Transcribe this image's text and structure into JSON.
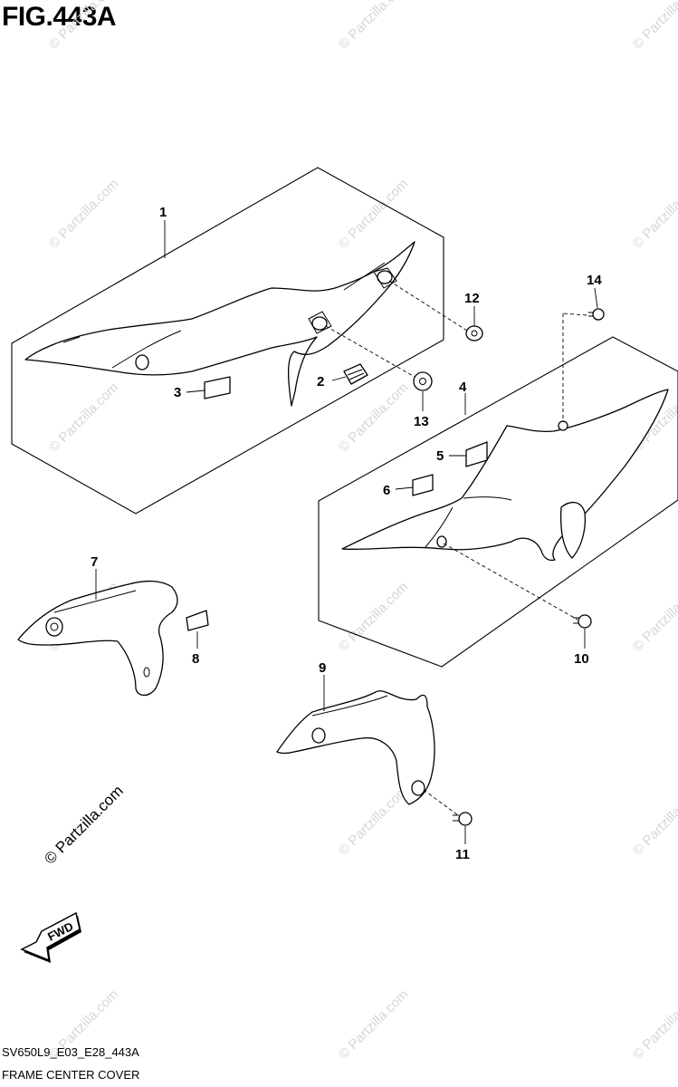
{
  "figure": {
    "title": "FIG.443A",
    "code": "SV650L9_E03_E28_443A",
    "name": "FRAME CENTER COVER"
  },
  "watermark": {
    "text": "© Partzilla.com",
    "color": "#d6d6d6"
  },
  "fwd_label": "FWD",
  "callouts": [
    "1",
    "2",
    "3",
    "4",
    "5",
    "6",
    "7",
    "8",
    "9",
    "10",
    "11",
    "12",
    "13",
    "14"
  ]
}
